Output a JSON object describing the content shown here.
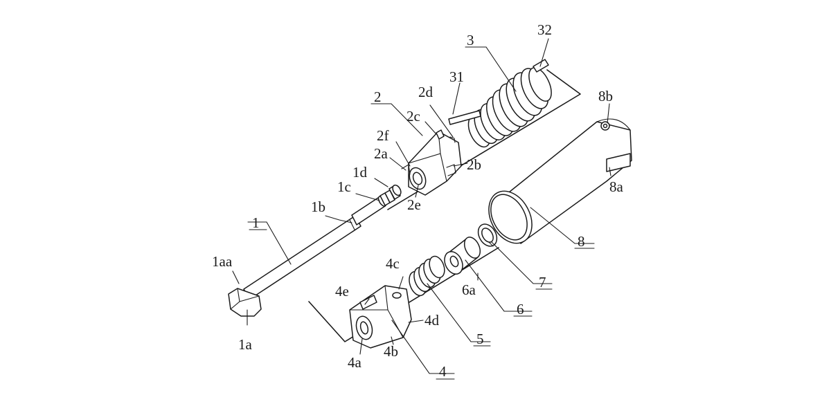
{
  "labels": {
    "l1": "1",
    "l1a": "1a",
    "l1aa": "1aa",
    "l1b": "1b",
    "l1c": "1c",
    "l1d": "1d",
    "l2": "2",
    "l2a": "2a",
    "l2b": "2b",
    "l2c": "2c",
    "l2d": "2d",
    "l2e": "2e",
    "l2f": "2f",
    "l3": "3",
    "l31": "31",
    "l32": "32",
    "l4": "4",
    "l4a": "4a",
    "l4b": "4b",
    "l4c": "4c",
    "l4d": "4d",
    "l4e": "4e",
    "l5": "5",
    "l6": "6",
    "l6a": "6a",
    "l7": "7",
    "l8": "8",
    "l8a": "8a",
    "l8b": "8b"
  }
}
